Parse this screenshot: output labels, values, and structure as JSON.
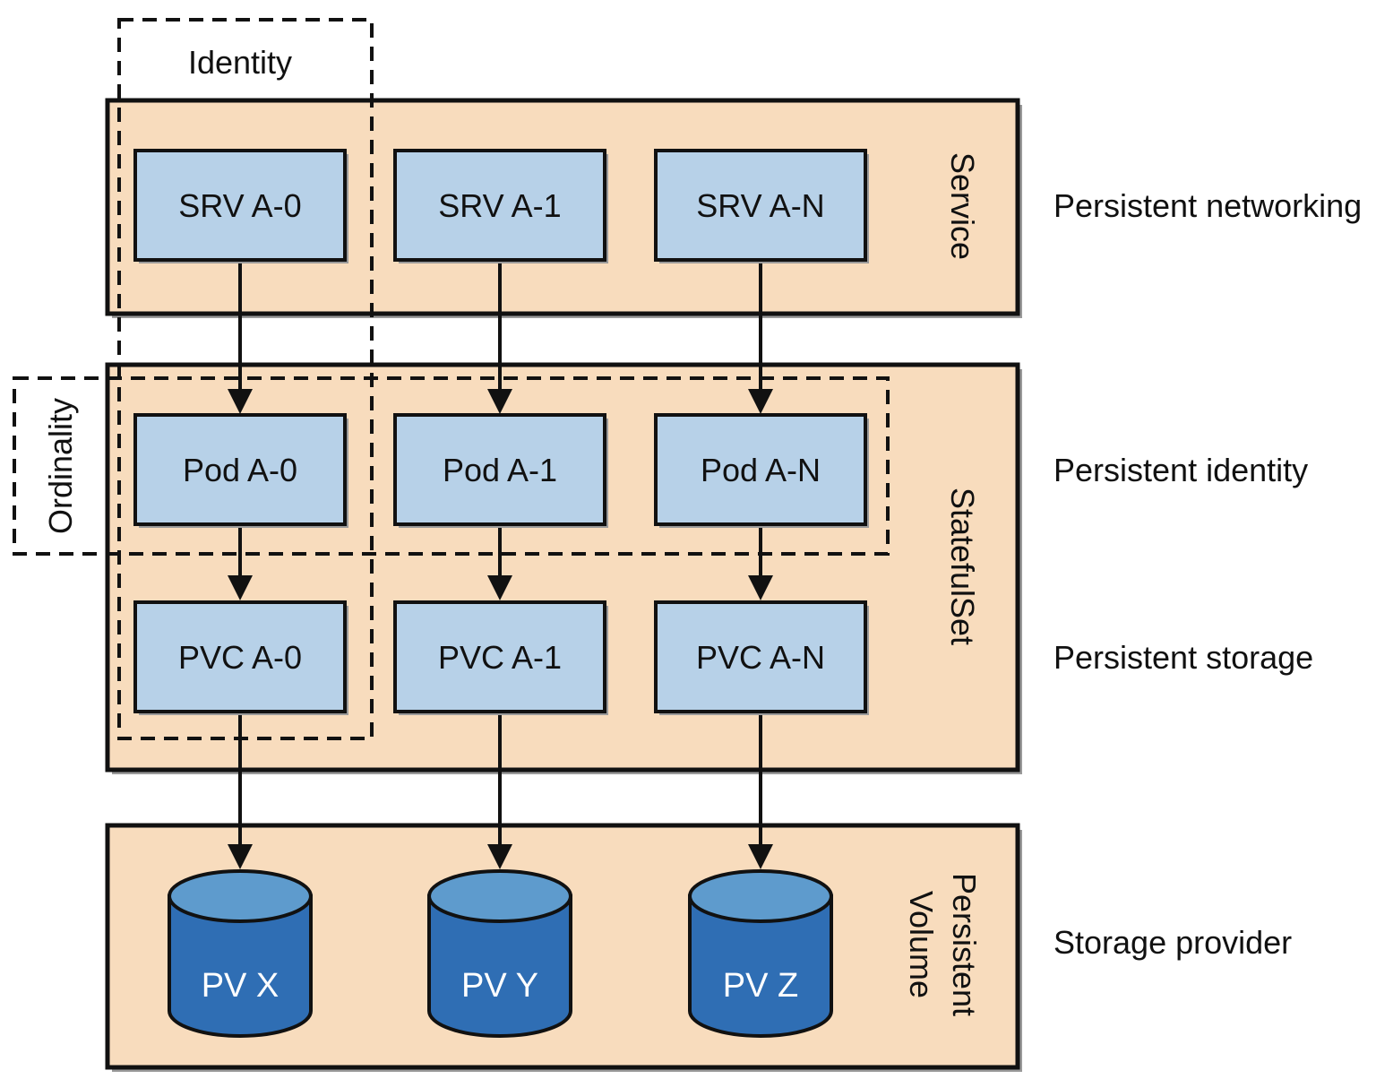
{
  "layers": {
    "service": "Service",
    "statefulset": "StatefulSet",
    "pv_line1": "Persistent",
    "pv_line2": "Volume"
  },
  "srv": [
    "SRV A-0",
    "SRV A-1",
    "SRV A-N"
  ],
  "pods": [
    "Pod A-0",
    "Pod A-1",
    "Pod A-N"
  ],
  "pvcs": [
    "PVC A-0",
    "PVC A-1",
    "PVC A-N"
  ],
  "pvs": [
    "PV X",
    "PV Y",
    "PV Z"
  ],
  "groups": {
    "identity": "Identity",
    "ordinality": "Ordinality"
  },
  "right_labels": {
    "networking": "Persistent networking",
    "identity": "Persistent identity",
    "storage": "Persistent storage",
    "provider": "Storage provider"
  },
  "colors": {
    "layer_fill": "#f8dcbd",
    "node_fill": "#b7d1e8",
    "cylinder_body": "#2f6eb4",
    "cylinder_top": "#5e9bcd"
  }
}
